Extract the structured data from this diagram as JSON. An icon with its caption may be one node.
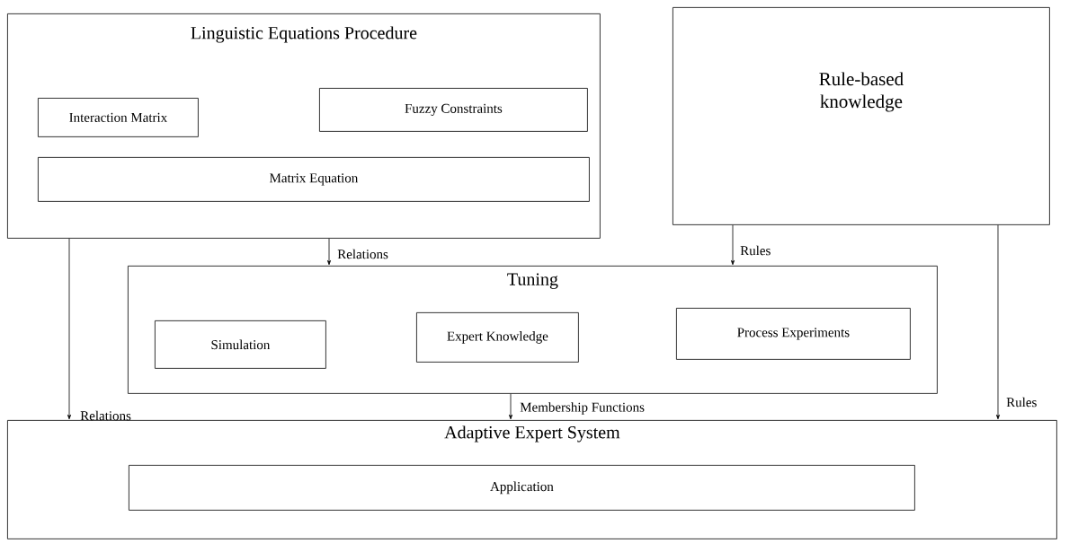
{
  "diagram": {
    "nodes": [
      {
        "text": [
          "Linguistic Equations Procedure"
        ]
      },
      {
        "text": [
          "Interaction Matrix"
        ],
        "in": 0
      },
      {
        "text": [
          "Fuzzy Constraints"
        ],
        "in": 0
      },
      {
        "text": [
          "Matrix Equation"
        ],
        "in": 0
      },
      {
        "text": [
          "Rule-based knowledge"
        ]
      },
      {
        "text": [
          "Tuning"
        ]
      },
      {
        "text": [
          "Simulation"
        ],
        "in": 5
      },
      {
        "text": [
          "Expert Knowledge"
        ],
        "in": 5
      },
      {
        "text": [
          "Process Experiments"
        ],
        "in": 5
      },
      {
        "text": [
          "Adaptive Expert System"
        ]
      },
      {
        "text": [
          "Application"
        ],
        "in": 9
      }
    ],
    "edges": [
      {
        "from": 0,
        "to": 5,
        "arrow": "to",
        "label": "Relations"
      },
      {
        "from": 4,
        "to": 5,
        "arrow": "to",
        "label": "Rules"
      },
      {
        "from": 0,
        "to": 9,
        "arrow": "to",
        "label": "Relations"
      },
      {
        "from": 5,
        "to": 9,
        "arrow": "to",
        "label": "Membership Functions"
      },
      {
        "from": 4,
        "to": 9,
        "arrow": "to",
        "label": "Rules"
      }
    ]
  }
}
